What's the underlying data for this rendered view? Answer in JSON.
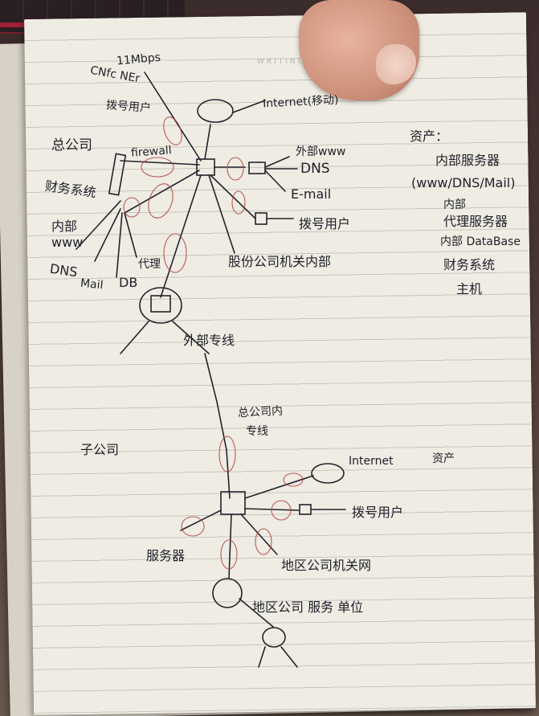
{
  "notebook": {
    "header_text": "WRITING",
    "labels": {
      "speed": "11Mbps",
      "cnfc": "CNfc NEr",
      "dial_user_top": "拨号用户",
      "internet_top": "Internet(移动)",
      "head_office": "总公司",
      "firewall": "firewall",
      "finance_system": "财务系统",
      "internal_www": "内部 www",
      "dns_left": "DNS",
      "mail_left": "Mail",
      "db_left": "DB",
      "proxy": "代理",
      "external_www": "外部www",
      "dns_right": "DNS",
      "email": "E-mail",
      "dial_user_right": "拨号用户",
      "holding_internal": "股份公司机关内部",
      "external_line": "外部专线",
      "dedicated_line": "专线",
      "dedicated_line_note": "总公司内",
      "subsidiary": "子公司",
      "internet_bottom": "Internet",
      "assets_bottom": "资产",
      "dial_user_bottom": "拨号用户",
      "server": "服务器",
      "regional_office": "地区公司机关网",
      "regional_service": "地区公司 服务 单位"
    },
    "assets_note": {
      "title": "资产：",
      "lines": [
        "内部服务器",
        "(www/DNS/Mail)",
        "内部",
        "代理服务器",
        "内部 DataBase",
        "财务系统",
        "主机"
      ]
    }
  }
}
